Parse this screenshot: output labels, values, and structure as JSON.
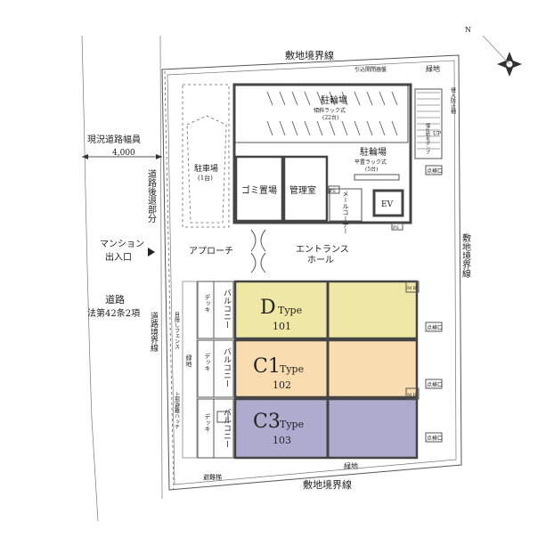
{
  "labels": {
    "site_boundary_top": "敷地境界線",
    "site_boundary_bottom": "敷地境界線",
    "site_boundary_right": "敷地境界線",
    "road_boundary": "道路境界線",
    "current_road_width": "現況道路幅員",
    "road_width_value": "4,000",
    "road_setback": "道路後退部分",
    "mansion_entrance_line1": "マンション",
    "mansion_entrance_line2": "出入口",
    "road_line1": "道路",
    "road_line2": "法第42条2項",
    "parking": "駐車場",
    "parking_count": "(1台)",
    "bicycle_1": "駐輪場",
    "bicycle_1_type": "傾斜ラック式",
    "bicycle_1_count": "(22台)",
    "bicycle_2": "駐輪場",
    "bicycle_2_type": "平置ラック式",
    "bicycle_2_count": "(5台)",
    "garbage": "ゴミ置場",
    "management": "管理室",
    "mail_corner": "メールコーナー",
    "ev": "EV",
    "ps1": "PS",
    "ps2": "PS",
    "approach": "アプローチ",
    "entrance_hall_line1": "エントランス",
    "entrance_hall_line2": "ホール",
    "green_top": "緑地",
    "green_bottom": "緑地",
    "green_left": "緑地",
    "lead_in_panel": "引込開閉器盤",
    "intrusion_prevention": "侵入防止柵",
    "water_pump": "増圧給水ポンプ",
    "up": "UP",
    "blind_fence": "目隠しフェンス",
    "upper_evac_hatch": "上部避難ハッチ",
    "evac_ladder": "避難梯",
    "inspection": "点検口",
    "mb": "M B"
  },
  "units": [
    {
      "type": "D",
      "type_suffix": "Type",
      "number": "101",
      "balcony": "バルコニー",
      "deck": "デッキ",
      "color": "#efe7a6"
    },
    {
      "type": "C1",
      "type_suffix": "Type",
      "number": "102",
      "balcony": "バルコニー",
      "deck": "デッキ",
      "color": "#f9dcb0"
    },
    {
      "type": "C3",
      "type_suffix": "Type",
      "number": "103",
      "balcony": "バルコニー",
      "deck": "デッキ",
      "color": "#aeabcf"
    }
  ],
  "compass": {
    "label": "N"
  }
}
